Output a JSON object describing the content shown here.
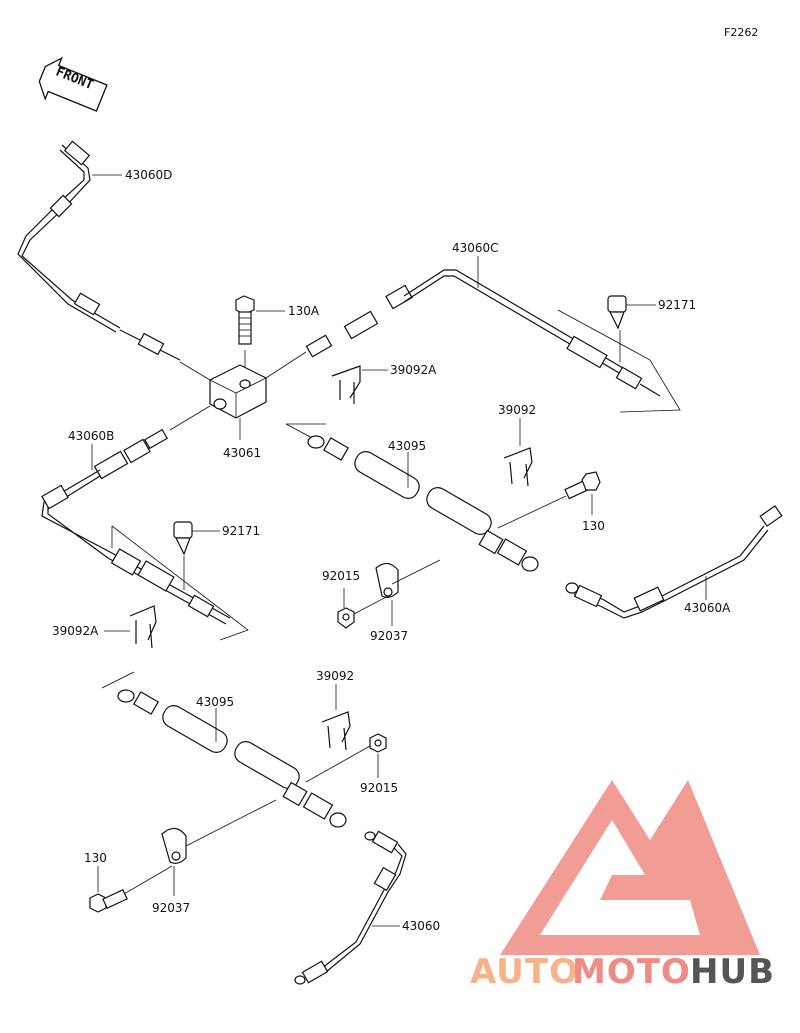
{
  "diagram_code": "F2262",
  "front_label": "FRONT",
  "watermark": {
    "brand_part1": "AUTO",
    "brand_part2": "MOTO",
    "brand_part3": "HUB",
    "color_light": "#f6b38a",
    "color_mid": "#f08b84",
    "color_dark": "#555555",
    "triangle_color": "#f08b84"
  },
  "parts": {
    "p43060D": "43060D",
    "p130A": "130A",
    "p43060C": "43060C",
    "p92171_top": "92171",
    "p39092A_top": "39092A",
    "p39092_mid": "39092",
    "p43095_mid": "43095",
    "p43060B": "43060B",
    "p43061": "43061",
    "p92171_left": "92171",
    "p130_mid": "130",
    "p92015_mid": "92015",
    "p92037_mid": "92037",
    "p43060A": "43060A",
    "p39092A_left": "39092A",
    "p39092_low": "39092",
    "p43095_low": "43095",
    "p92015_low": "92015",
    "p130_low": "130",
    "p92037_low": "92037",
    "p43060": "43060"
  }
}
